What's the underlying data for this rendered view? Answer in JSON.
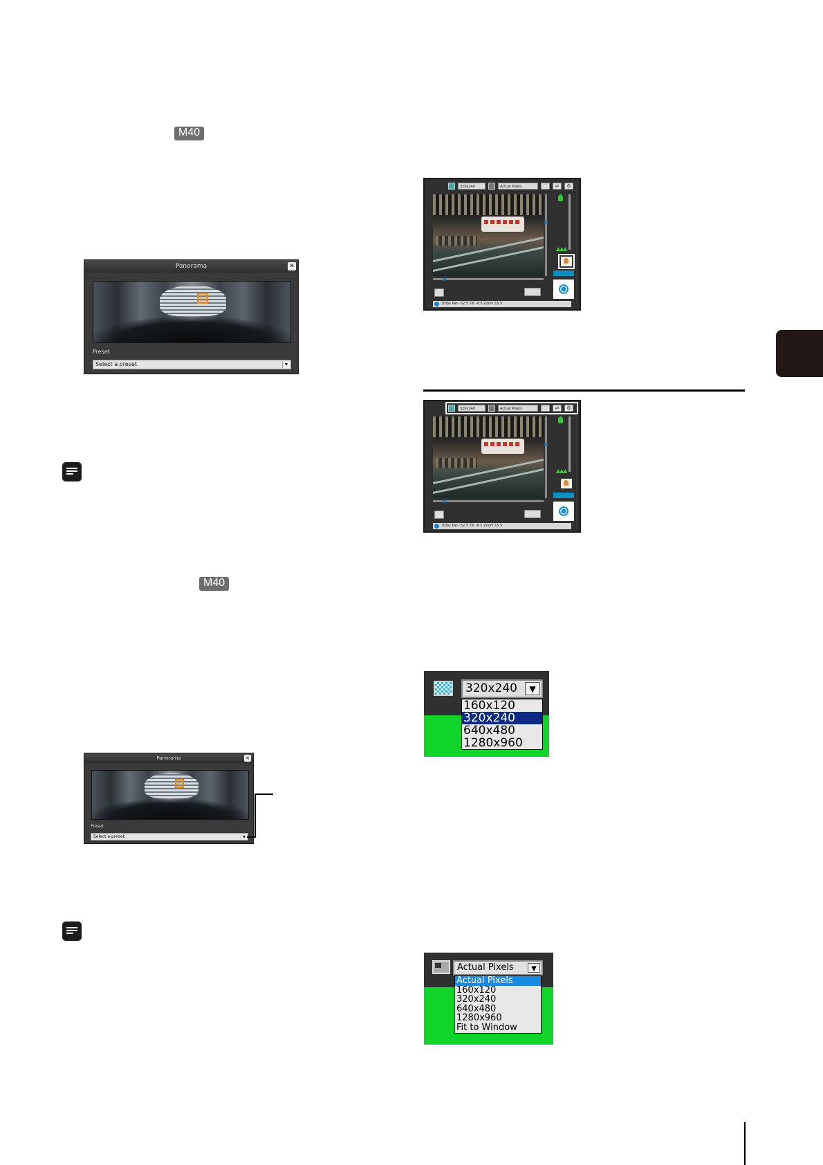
{
  "badges": {
    "m40_top": "M40",
    "m40_mid": "M40"
  },
  "panorama_top": {
    "title": "Panorama",
    "close": "✕",
    "preset_label": "Preset",
    "preset_value": "Select a preset.",
    "dropdown_arrow": "▾"
  },
  "panorama_bottom": {
    "title": "Panorama",
    "close": "✕",
    "preset_label": "Preset",
    "preset_value": "Select a preset.",
    "dropdown_arrow": "▾"
  },
  "viewer_top": {
    "video_size": "320x240",
    "display_size": "Actual Pixels",
    "status": "30fps Pan -52.5 Tilt -8.5 Zoom 15.5"
  },
  "viewer_bottom": {
    "video_size": "320x240",
    "display_size": "Actual Pixels",
    "status": "30fps Pan -52.5 Tilt -8.5 Zoom 15.5"
  },
  "video_size_dropdown": {
    "selected": "320x240",
    "options": [
      "160x120",
      "320x240",
      "640x480",
      "1280x960"
    ],
    "highlighted_index": 1,
    "highlight_color": "#0a2a86"
  },
  "display_size_dropdown": {
    "selected": "Actual Pixels",
    "options": [
      "Actual Pixels",
      "160x120",
      "320x240",
      "640x480",
      "1280x960",
      "Fit to Window"
    ],
    "highlighted_index": 0,
    "highlight_color": "#1a8ae0"
  },
  "colors": {
    "green_background": "#10d42a",
    "chapter_tab": "#231815"
  }
}
